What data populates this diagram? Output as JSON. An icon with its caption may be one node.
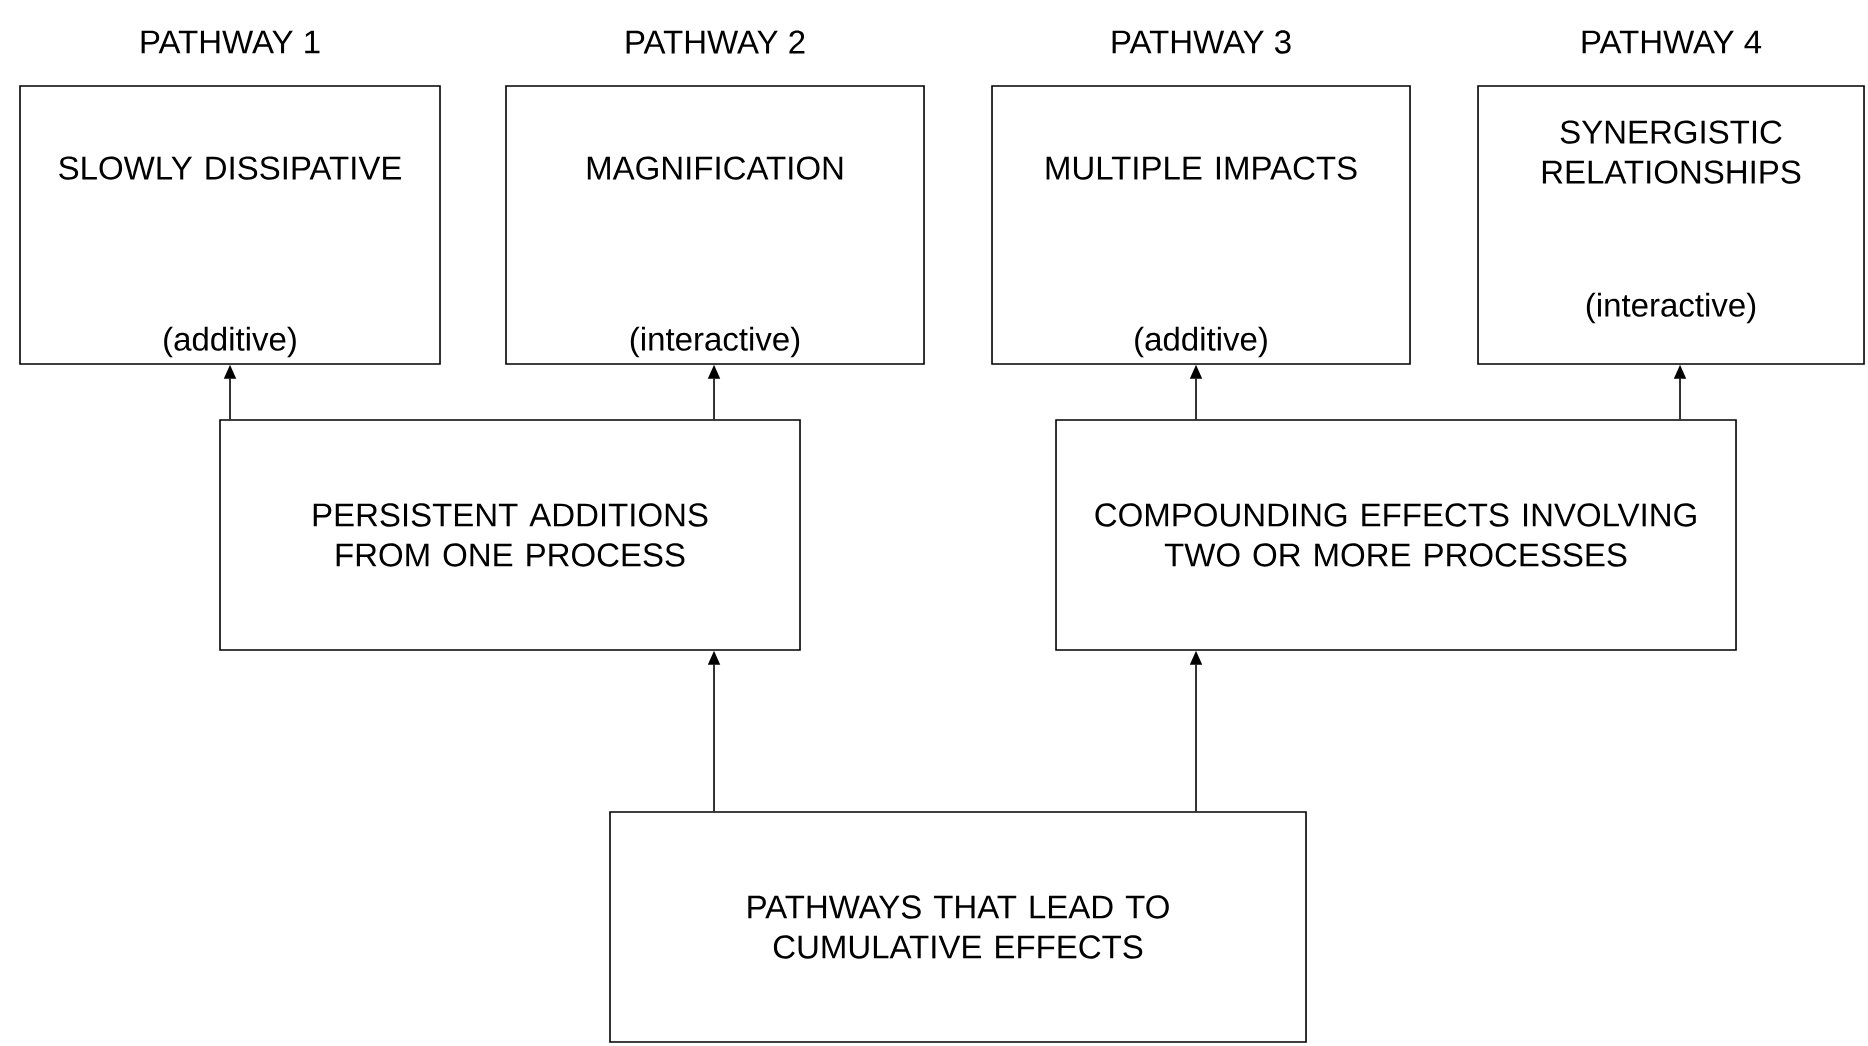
{
  "diagram": {
    "nodes": [
      {
        "text": [
          "PATHWAY 1",
          "SLOWLY DISSIPATIVE",
          "(additive)"
        ]
      },
      {
        "text": [
          "PATHWAY 2",
          "MAGNIFICATION",
          "(interactive)"
        ]
      },
      {
        "text": [
          "PATHWAY 3",
          "MULTIPLE IMPACTS",
          "(additive)"
        ]
      },
      {
        "text": [
          "PATHWAY 4",
          "SYNERGISTIC RELATIONSHIPS",
          "(interactive)"
        ]
      },
      {
        "text": [
          "PERSISTENT ADDITIONS FROM ONE PROCESS"
        ]
      },
      {
        "text": [
          "COMPOUNDING EFFECTS INVOLVING TWO OR MORE PROCESSES"
        ]
      },
      {
        "text": [
          "PATHWAYS THAT LEAD TO CUMULATIVE EFFECTS"
        ]
      }
    ],
    "edges": [
      {
        "from": 4,
        "to": 0,
        "arrow": "to"
      },
      {
        "from": 4,
        "to": 1,
        "arrow": "to"
      },
      {
        "from": 5,
        "to": 2,
        "arrow": "to"
      },
      {
        "from": 5,
        "to": 3,
        "arrow": "to"
      },
      {
        "from": 6,
        "to": 4,
        "arrow": "to"
      },
      {
        "from": 6,
        "to": 5,
        "arrow": "to"
      }
    ]
  }
}
